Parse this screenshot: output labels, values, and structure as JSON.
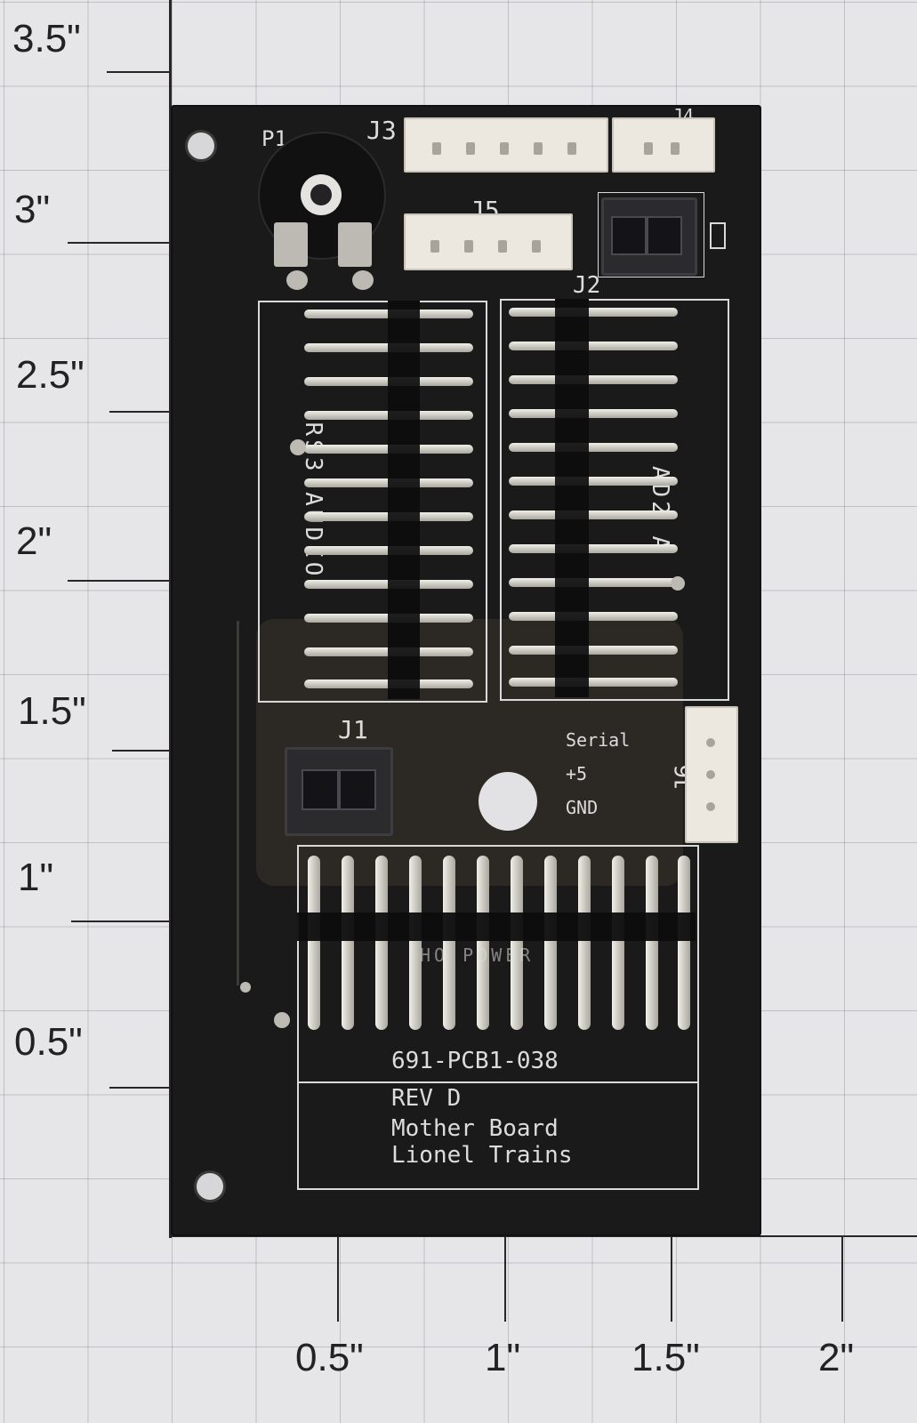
{
  "photo": {
    "subject": "Printed circuit board on measurement grid",
    "background_color": "#e6e5e8",
    "board_color": "#1b1a1b",
    "silkscreen_color": "#dcdcdc"
  },
  "ruler": {
    "y_axis_labels": [
      "3.5\"",
      "3\"",
      "2.5\"",
      "2\"",
      "1.5\"",
      "1\"",
      "0.5\""
    ],
    "x_axis_labels": [
      "0.5\"",
      "1\"",
      "1.5\"",
      "2\""
    ]
  },
  "board": {
    "part_number": "691-PCB1-038",
    "revision": "REV D",
    "name": "Mother Board",
    "manufacturer": "Lionel Trains",
    "labels": {
      "p1": "P1",
      "j1": "J1",
      "j2": "J2",
      "j3": "J3",
      "j4": "J4",
      "j5": "J5",
      "j6": "J6",
      "rs3_audio": "RS3 AUDIO",
      "ad2": "AD2 A",
      "serial": "Serial",
      "plus5": "+5",
      "gnd": "GND",
      "power": "HO POWER"
    }
  }
}
